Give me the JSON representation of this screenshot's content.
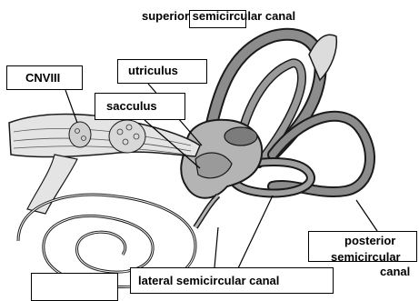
{
  "labels": {
    "superior": "superior semicircular canal",
    "cnviii": "CNVIII",
    "utriculus": "utriculus",
    "sacculus": "sacculus",
    "posterior_line1": "posterior",
    "posterior_line2": "semicircular",
    "posterior_line3": "canal",
    "lateral": "lateral semicircular canal",
    "blank": ""
  },
  "colors": {
    "canal_fill": "#8c8c8c",
    "canal_outline": "#1a1a1a",
    "sac_fill": "#b4b4b4",
    "line": "#000000"
  }
}
